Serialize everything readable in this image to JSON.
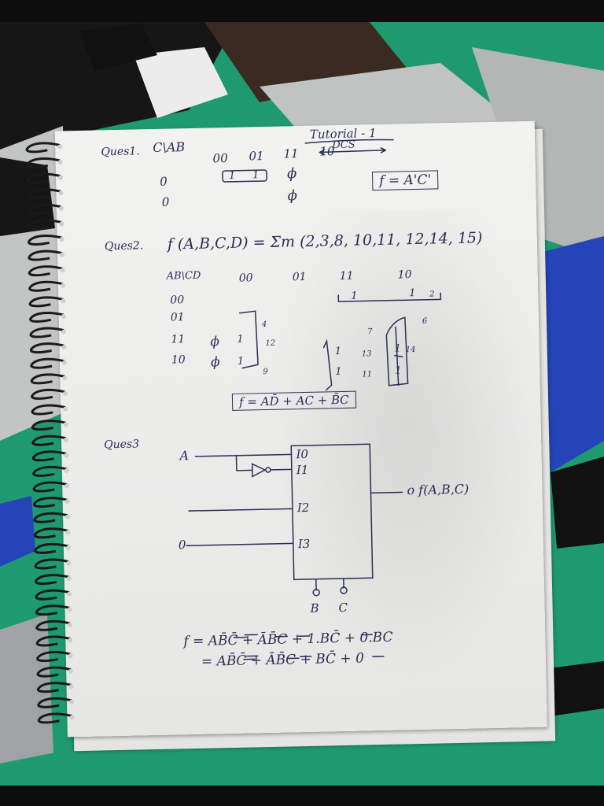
{
  "colors": {
    "ink": "#2b2f55",
    "paper": "#f0f0ee",
    "fabric_green": "#1f9a70",
    "fabric_blue": "#2544b8",
    "fabric_gray": "#b9bcbc"
  },
  "header": {
    "title": "Tutorial - 1",
    "subtitle": "DCS"
  },
  "q1": {
    "label": "Ques1.",
    "corner": "C\\AB",
    "cols": [
      "00",
      "01",
      "11",
      "10"
    ],
    "rows": [
      "0",
      "0"
    ],
    "cells": [
      "1",
      "1"
    ],
    "phi": "ϕ",
    "answer": "f = A'C'"
  },
  "q2": {
    "label": "Ques2.",
    "function": "f (A,B,C,D) = Σm (2,3,8, 10,11, 12,14, 15)",
    "corner": "AB\\CD",
    "cols": [
      "00",
      "01",
      "11",
      "10"
    ],
    "rows": [
      "00",
      "01",
      "11",
      "10"
    ],
    "one": "1",
    "phi": "ϕ",
    "idx": [
      "2",
      "4",
      "12",
      "9",
      "7",
      "13",
      "14",
      "11",
      "6"
    ],
    "answer": "f = AD̄ + AC + B̄C"
  },
  "q3": {
    "label": "Ques3",
    "input_a": "A",
    "mux_inputs": [
      "I0",
      "I1",
      "I2",
      "I3"
    ],
    "zero_input": "0",
    "output": "o f(A,B,C)",
    "selects": [
      "B",
      "C"
    ],
    "eq1": "f = AB̄C̄ + ĀB̄C + 1.BC̄ + 0.BC",
    "eq2": "= AB̄C̄ + ĀB̄C + BC̄ + 0"
  }
}
